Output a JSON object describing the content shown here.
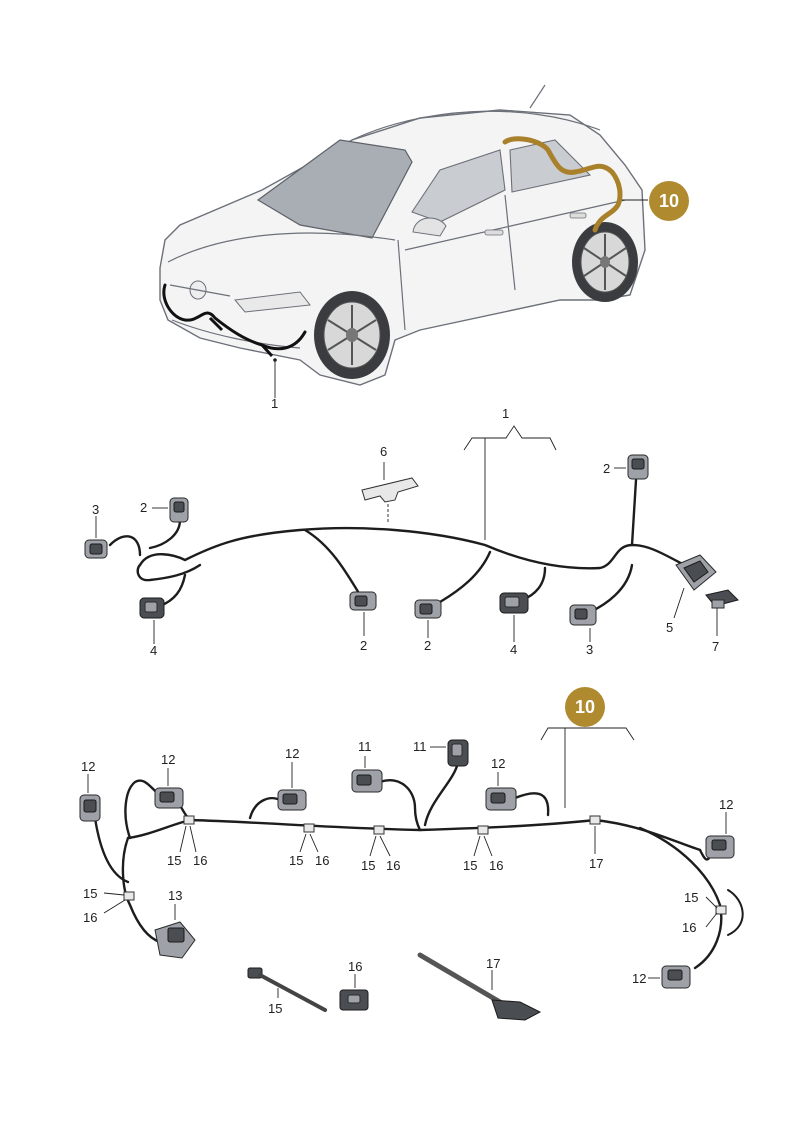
{
  "badge_color": "#b08a2e",
  "harness_highlight_color": "#a9812a",
  "callouts": {
    "car_front_harness": "1",
    "car_rear_harness": "10",
    "front": {
      "harness": "1",
      "clip_6": "6",
      "conn_2_left": "2",
      "conn_3_left": "3",
      "conn_4_left": "4",
      "conn_2_mid": "2",
      "conn_2_center": "2",
      "conn_4_right": "4",
      "conn_3_right": "3",
      "conn_2_right": "2",
      "main_conn_5": "5",
      "bracket_7": "7"
    },
    "rear": {
      "harness": "10",
      "c12_a": "12",
      "c12_b": "12",
      "c12_c": "12",
      "c11_a": "11",
      "c11_b": "11",
      "c12_d": "12",
      "c12_e": "12",
      "c12_f": "12",
      "c13": "13",
      "t15_a": "15",
      "t16_a": "16",
      "t15_b": "15",
      "t16_b": "16",
      "t15_c": "15",
      "t16_c": "16",
      "t15_d": "15",
      "t16_d": "16",
      "t17_a": "17",
      "t15_e": "15",
      "t16_e": "16",
      "t15_f": "15",
      "t16_f": "16",
      "loose_15": "15",
      "loose_16": "16",
      "loose_17": "17"
    }
  }
}
